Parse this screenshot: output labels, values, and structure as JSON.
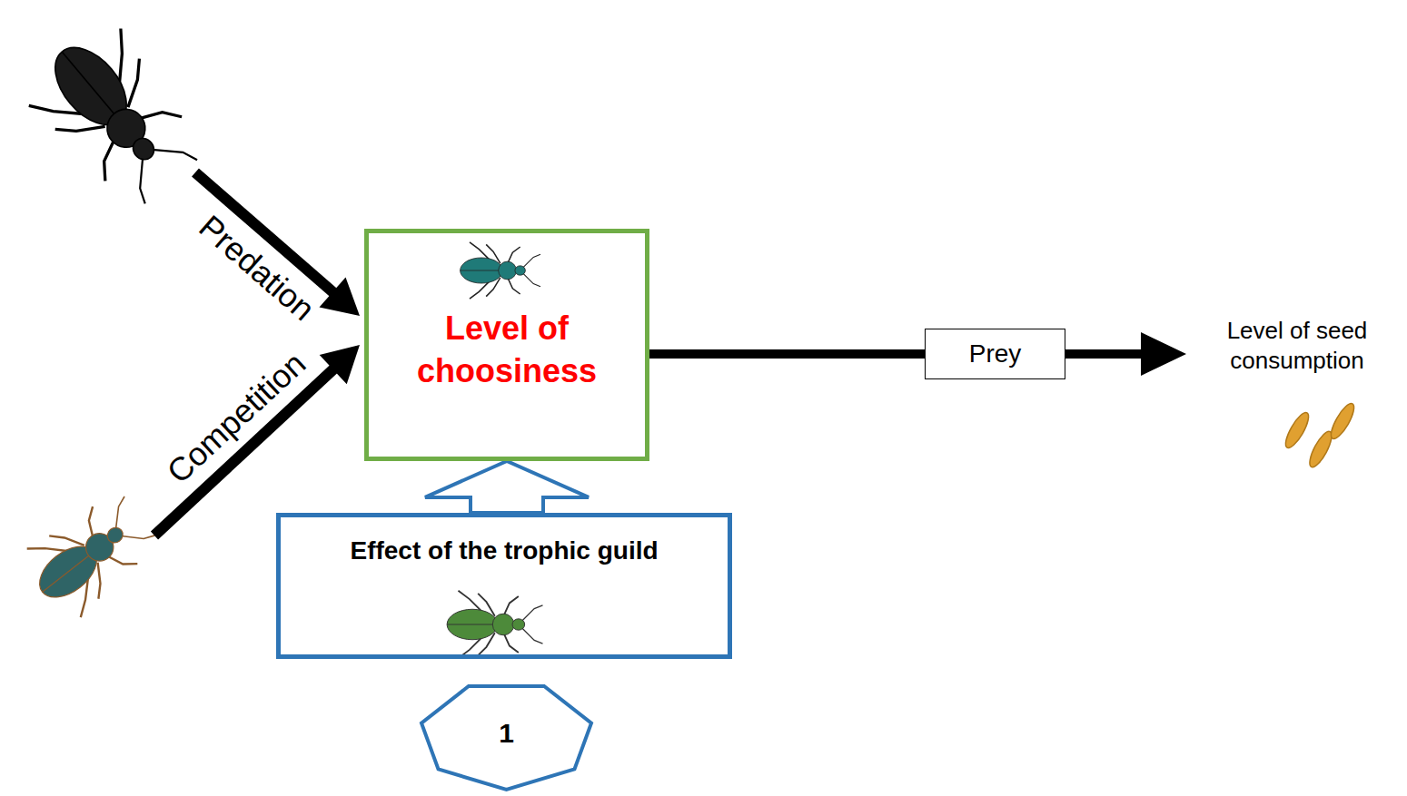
{
  "diagram": {
    "nodes": [
      {
        "text": [
          "Level of choosiness"
        ]
      },
      {
        "text": [
          "Prey"
        ]
      },
      {
        "text": [
          "Effect of the trophic guild"
        ]
      },
      {
        "text": [
          "1"
        ]
      }
    ],
    "edges": [
      {
        "from": 0,
        "to": 1,
        "arrow": "none"
      },
      {
        "from": 2,
        "to": 0,
        "arrow": "to"
      }
    ],
    "labels": [
      "Predation",
      "Competition",
      "Level of seed consumption"
    ]
  }
}
